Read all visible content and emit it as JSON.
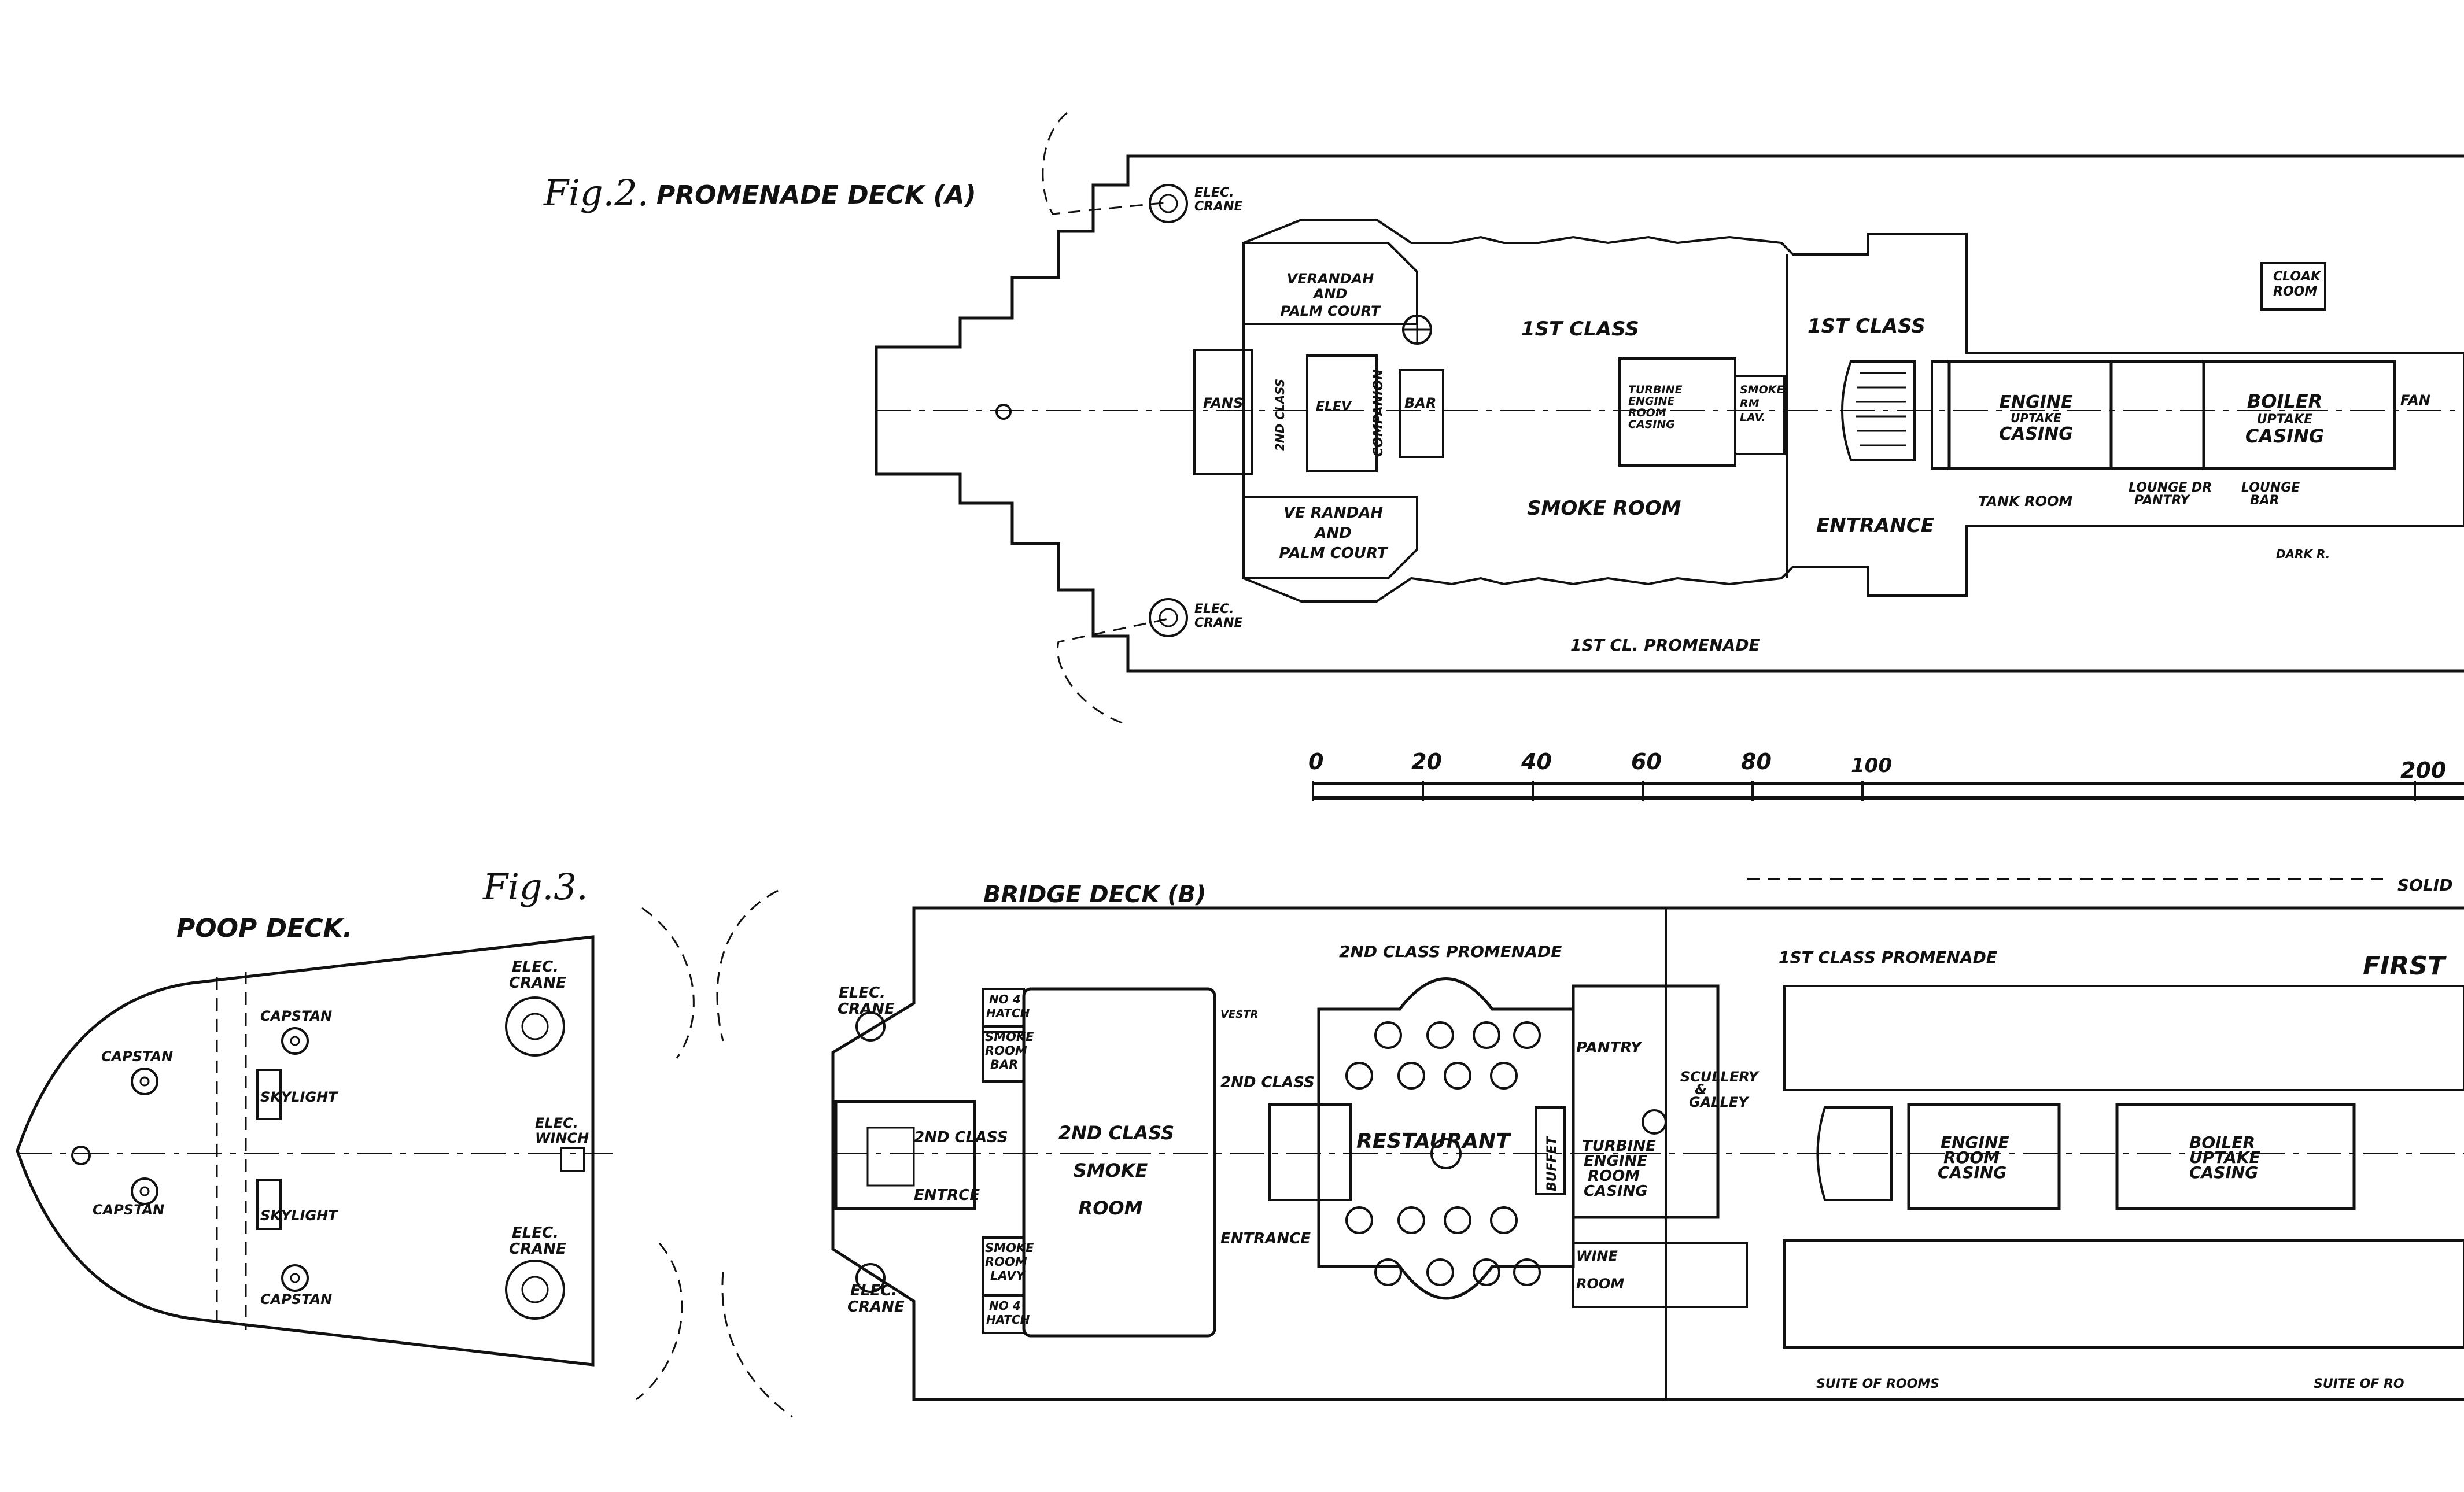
{
  "promenade_deck": {
    "fig": "Fig.2.",
    "title": "PROMENADE DECK (A)",
    "labels": {
      "elec_crane_top": "ELEC.\nCRANE",
      "elec_crane_bottom": "ELEC.\nCRANE",
      "verandah_top": "VERANDAH\nAND\nPALM COURT",
      "verandah_bottom": "VE RANDAH\nAND\nPALM COURT",
      "first_class_top": "1ST CLASS",
      "smoke_room": "SMOKE ROOM",
      "turbine_casing": "TURBINE\nENGINE\nROOM\nCASING",
      "smoke_rm_lav": "SMOKE\nRM\nLAV.",
      "first_class_entrance_top": "1ST CLASS",
      "entrance": "ENTRANCE",
      "engine_uptake": "ENGINE\nUPTAKE\nCASING",
      "tank_room": "TANK ROOM",
      "lounge_pantry": "LOUNGE DR\nPANTRY",
      "boiler_uptake": "BOILER\nUPTAKE\nCASING",
      "lounge_bar": "LOUNGE\nBAR",
      "cloak_room": "CLOAK\nROOM",
      "dark_rm": "DARK R.",
      "fans": "FANS",
      "companion": "COMPANION",
      "bar": "BAR",
      "elev": "ELEV",
      "second_class": "2ND CLASS",
      "fan": "FAN",
      "promenade": "1ST CL. PROMENADE"
    }
  },
  "scale": {
    "ticks": [
      "0",
      "20",
      "40",
      "60",
      "80",
      "100",
      "200"
    ]
  },
  "poop_deck": {
    "fig": "Fig.3.",
    "title": "POOP DECK.",
    "labels": {
      "capstan_1": "CAPSTAN",
      "capstan_2": "CAPSTAN",
      "capstan_3": "CAPSTAN",
      "capstan_4": "CAPSTAN",
      "skylight_1": "SKYLIGHT",
      "skylight_2": "SKYLIGHT",
      "elec_crane_1": "ELEC.\nCRANE",
      "elec_crane_2": "ELEC.\nCRANE",
      "elec_winch": "ELEC.\nWINCH"
    }
  },
  "bridge_deck": {
    "title": "BRIDGE DECK (B)",
    "labels": {
      "second_promenade": "2ND CLASS PROMENADE",
      "first_promenade": "1ST CLASS PROMENADE",
      "first": "FIRST",
      "solid": "SOLID",
      "elec_crane_1": "ELEC.\nCRANE",
      "elec_crane_2": "ELEC.\nCRANE",
      "second_class_entrance": "2ND CLASS\nENTRCE",
      "no4_hatch_top": "NO 4\nHATCH",
      "no4_hatch_bottom": "NO 4\nHATCH",
      "smoke_room_bar": "SMOKE\nROOM\nBAR",
      "smoke_room_lavy": "SMOKE\nROOM\nLAVY",
      "second_smoke_room": "2ND CLASS\nSMOKE\nROOM",
      "second_class_small": "2ND CLASS",
      "entrance": "ENTRANCE",
      "restaurant": "RESTAURANT",
      "buffet": "BUFFET",
      "pantry": "PANTRY",
      "scullery": "SCULLERY\n&\nGALLEY",
      "turbine_casing": "TURBINE\nENGINE\nROOM\nCASING",
      "wine_room": "WINE\nROOM",
      "engine_casing": "ENGINE\nROOM\nCASING",
      "boiler_casing": "BOILER\nUPTAKE\nCASING",
      "suite_1": "SUITE OF ROOMS",
      "suite_2": "SUITE OF RO",
      "vestr": "VESTR"
    }
  }
}
